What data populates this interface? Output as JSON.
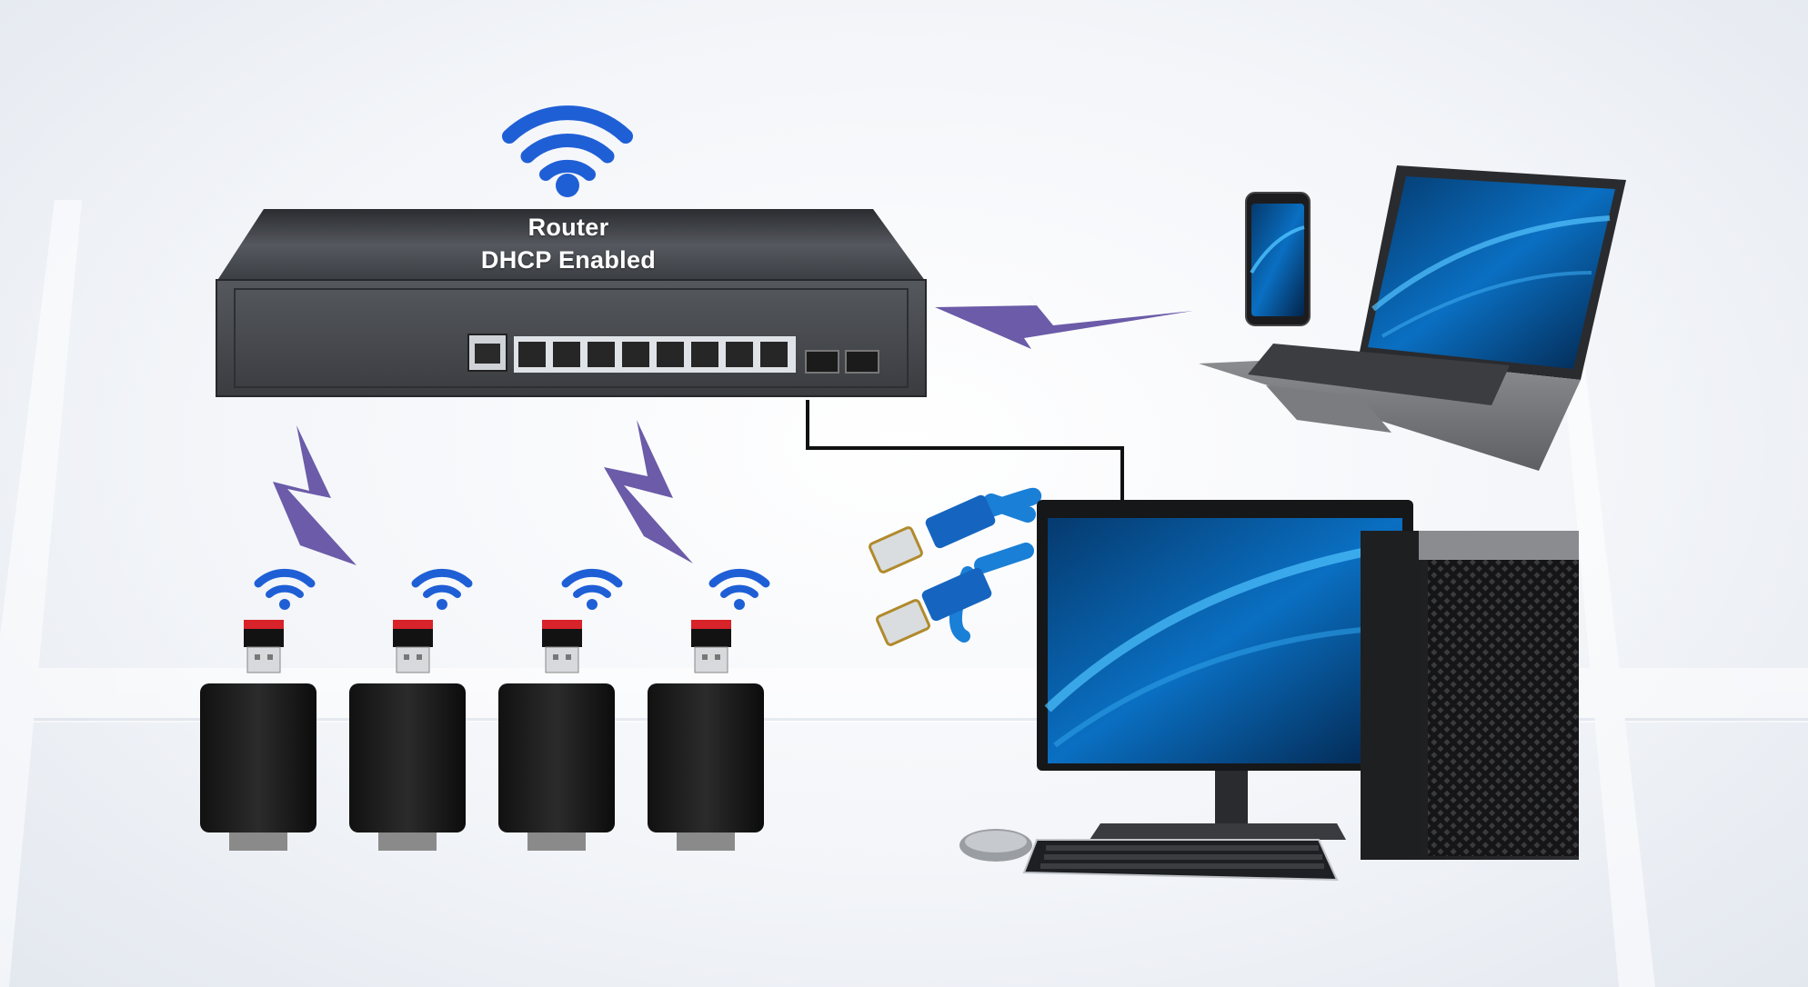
{
  "router": {
    "title": "Router",
    "subtitle": "DHCP Enabled",
    "lan_port_count": 8
  },
  "devices": {
    "wifi_cameras": 4,
    "smartphone": 1,
    "laptop": 1,
    "desktop_pc": 1
  },
  "colors": {
    "wifi_blue": "#1f5fd6",
    "wireless_link": "#6b5ba8",
    "wired_link": "#111111",
    "cable_blue": "#1a7fd6",
    "router_body": "#3c3f44"
  },
  "icons": [
    "wifi-icon",
    "lightning-link-icon",
    "ethernet-cable-icon",
    "usb-wifi-adapter-icon"
  ]
}
